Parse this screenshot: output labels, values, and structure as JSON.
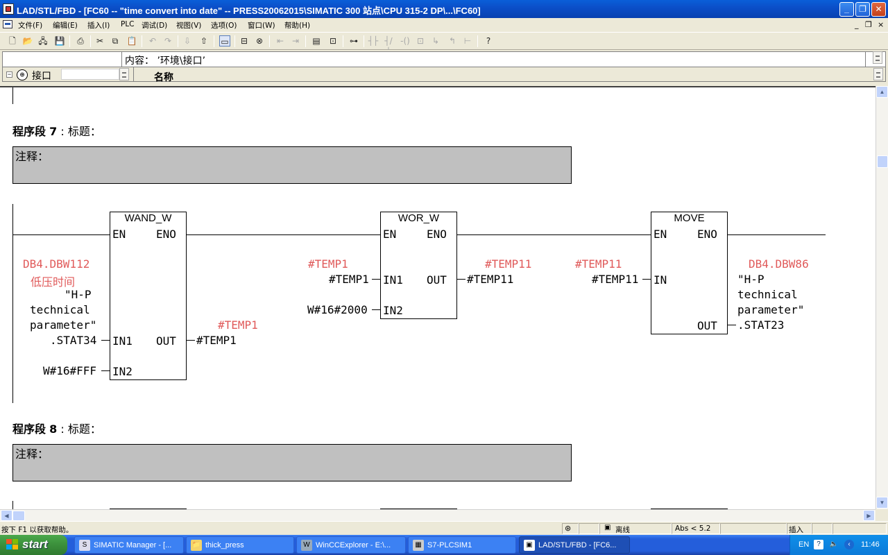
{
  "window": {
    "title": "LAD/STL/FBD  - [FC60 -- \"time convert into date\" -- PRESS20062015\\SIMATIC 300 站点\\CPU 315-2 DP\\...\\FC60]",
    "minimize": "_",
    "restore": "❐",
    "close": "✕"
  },
  "menu": {
    "items": [
      "文件(F)",
      "编辑(E)",
      "插入(I)",
      "PLC",
      "调试(D)",
      "视图(V)",
      "选项(O)",
      "窗口(W)",
      "帮助(H)"
    ],
    "mdi_minimize": "_",
    "mdi_restore": "❐",
    "mdi_close": "×"
  },
  "interface": {
    "content_label": "内容：  ’环境\\接口’",
    "tree_label": "接口",
    "name_header": "名称",
    "tree_toggle": "−",
    "icon_glyph": "⊕"
  },
  "networks": [
    {
      "label_prefix": "程序段",
      "number": "7",
      "title": ": 标题：",
      "comment": "注释："
    },
    {
      "label_prefix": "程序段",
      "number": "8",
      "title": ": 标题：",
      "comment": "注释："
    }
  ],
  "net7": {
    "wand": {
      "name": "WAND_W",
      "en": "EN",
      "eno": "ENO",
      "in1": "IN1",
      "in2": "IN2",
      "out": "OUT",
      "in1_addr": "DB4.DBW112",
      "in1_comment": "低压时间",
      "in1_sym1": "\"H-P",
      "in1_sym2": "technical",
      "in1_sym3": "parameter\"",
      "in1_sym4": ".STAT34",
      "in2_val": "W#16#FFF",
      "out_addr": "#TEMP1",
      "out_val": "#TEMP1"
    },
    "wor": {
      "name": "WOR_W",
      "en": "EN",
      "eno": "ENO",
      "in1": "IN1",
      "in2": "IN2",
      "out": "OUT",
      "in1_addr": "#TEMP1",
      "in1_val": "#TEMP1",
      "in2_val": "W#16#2000",
      "out_addr": "#TEMP11",
      "out_val": "#TEMP11"
    },
    "move": {
      "name": "MOVE",
      "en": "EN",
      "eno": "ENO",
      "in": "IN",
      "out": "OUT",
      "in_addr": "#TEMP11",
      "in_val": "#TEMP11",
      "out_addr": "DB4.DBW86",
      "out_sym1": "\"H-P",
      "out_sym2": "technical",
      "out_sym3": "parameter\"",
      "out_sym4": ".STAT23"
    }
  },
  "status": {
    "help": "按下 F1 以获取帮助。",
    "offline": "离线",
    "abs": "Abs < 5.2",
    "insert": "插入"
  },
  "taskbar": {
    "start": "start",
    "tasks": [
      {
        "label": "SIMATIC Manager - [...",
        "icon": "S"
      },
      {
        "label": "thick_press",
        "icon": "📁"
      },
      {
        "label": "WinCCExplorer - E:\\...",
        "icon": "W"
      },
      {
        "label": "S7-PLCSIM1",
        "icon": "▦"
      },
      {
        "label": "LAD/STL/FBD  - [FC6...",
        "icon": "▣"
      }
    ],
    "lang": "EN",
    "clock": "11:46"
  },
  "colors": {
    "address_label": "#e05a5a",
    "comment_bg": "#c0c0c0",
    "title_bar": "#0b4fc9"
  }
}
